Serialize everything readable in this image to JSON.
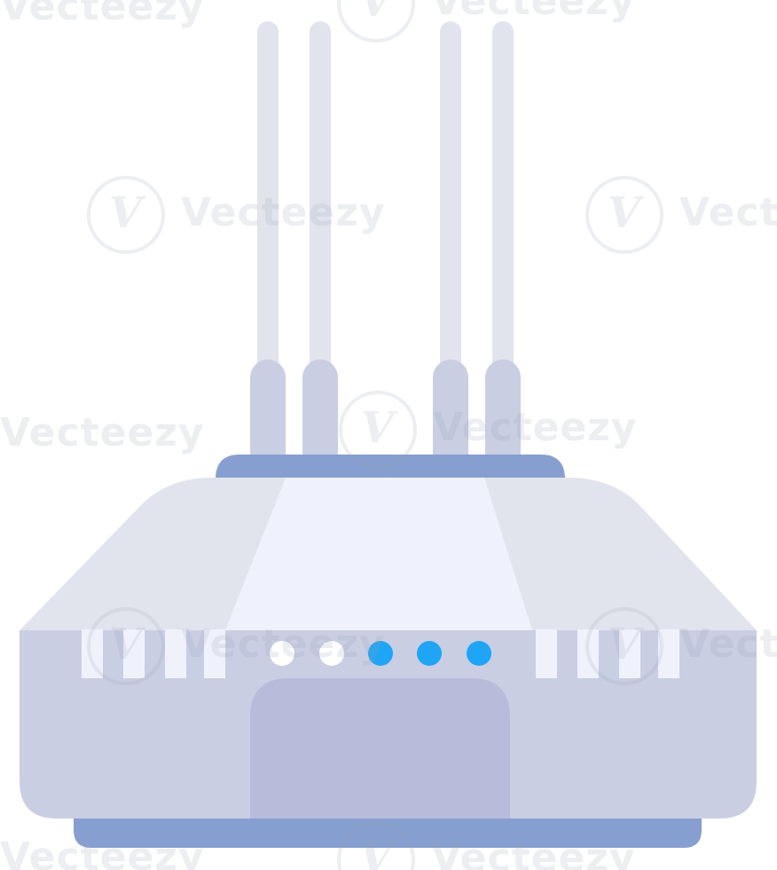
{
  "watermark": {
    "brand": "Vecteezy",
    "mark": "V"
  },
  "colors": {
    "antenna_rod": "#e1e4ed",
    "antenna_base": "#c9cee3",
    "top_bar": "#879fd0",
    "body_slope": "#e1e4ed",
    "body_top_center": "#eff2fd",
    "front_panel": "#c9cee3",
    "port": "#b7bcda",
    "bottom_bar": "#879fd0",
    "vent": "#f0f2fb",
    "led_off": "#ffffff",
    "led_on": "#1ea5f5"
  },
  "device": {
    "icon": "wifi-router-icon",
    "antenna_count": 4,
    "vent_left_count": 4,
    "vent_right_count": 4,
    "leds": [
      {
        "status": "off"
      },
      {
        "status": "off"
      },
      {
        "status": "on"
      },
      {
        "status": "on"
      },
      {
        "status": "on"
      }
    ]
  }
}
